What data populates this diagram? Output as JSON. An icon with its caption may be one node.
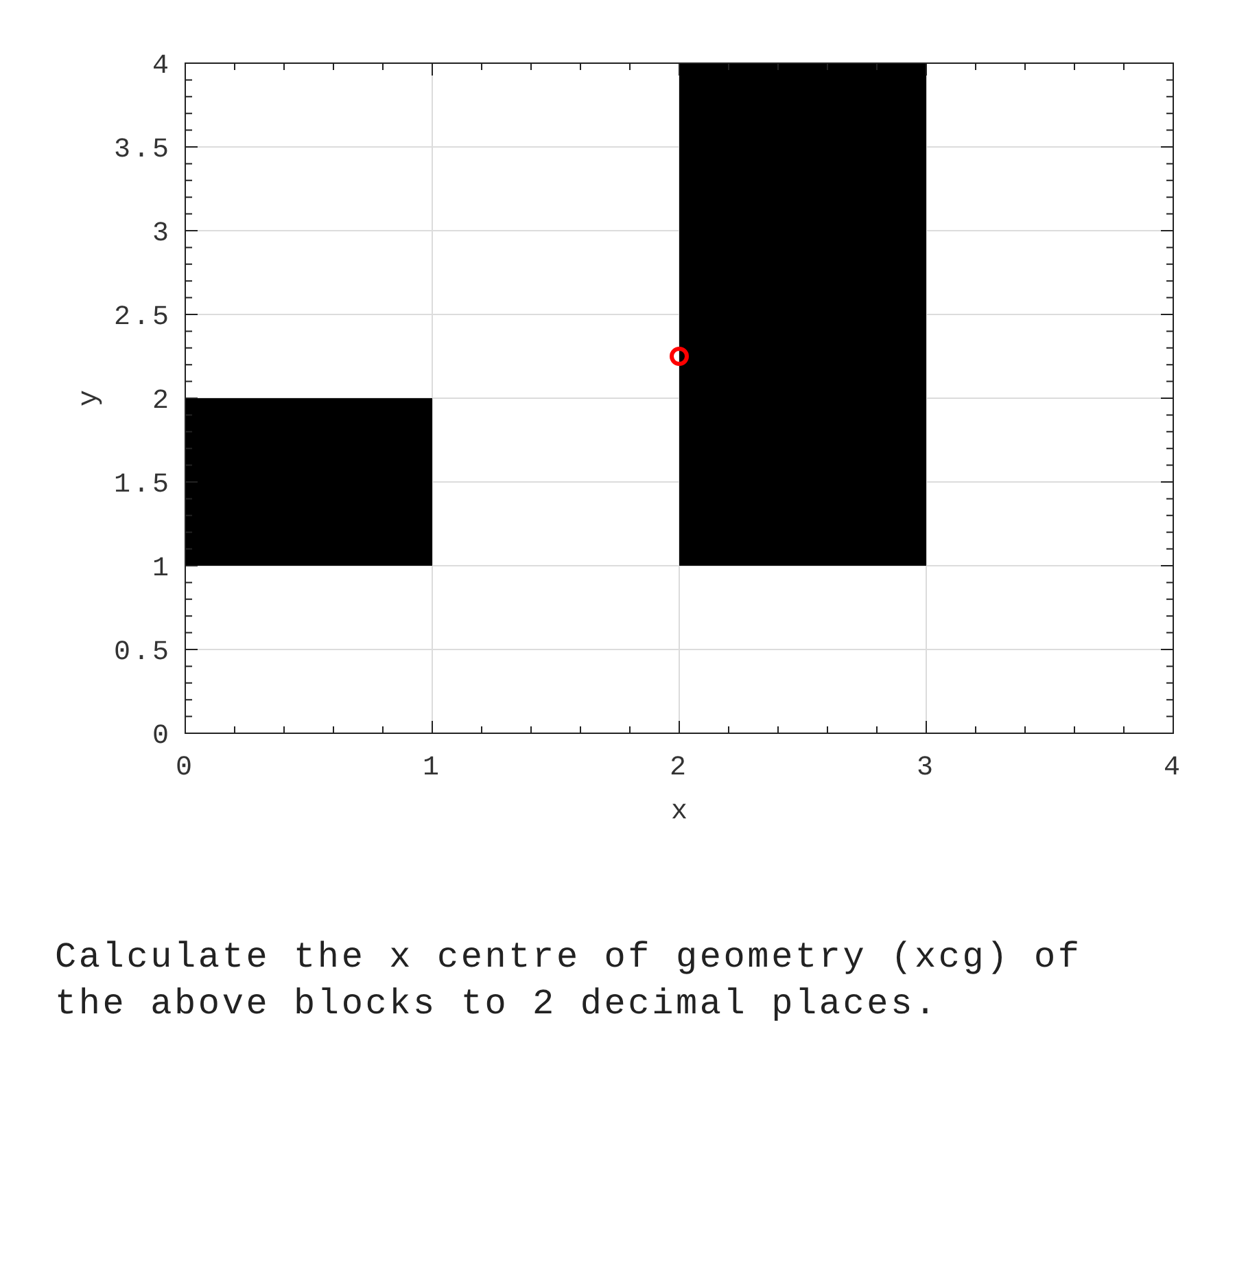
{
  "diagram": {
    "caption": "Calculate the x centre of geometry (xcg) of the above blocks to 2 decimal places.",
    "nodes": [
      {
        "text": [],
        "shape": "box"
      },
      {
        "text": [],
        "shape": "box"
      }
    ],
    "chart_data": {
      "type": "scatter",
      "xlabel": "x",
      "ylabel": "y",
      "x": [
        2
      ],
      "series": [
        {
          "color": "#ff0000",
          "values": [
            2.25
          ]
        }
      ],
      "grid": true,
      "xlim": [
        0,
        4
      ],
      "ylim": [
        0,
        4
      ],
      "xticks": [
        0,
        1,
        2,
        3,
        4
      ],
      "yticks": [
        0,
        0.5,
        1,
        1.5,
        2,
        2.5,
        3,
        3.5,
        4
      ]
    }
  }
}
